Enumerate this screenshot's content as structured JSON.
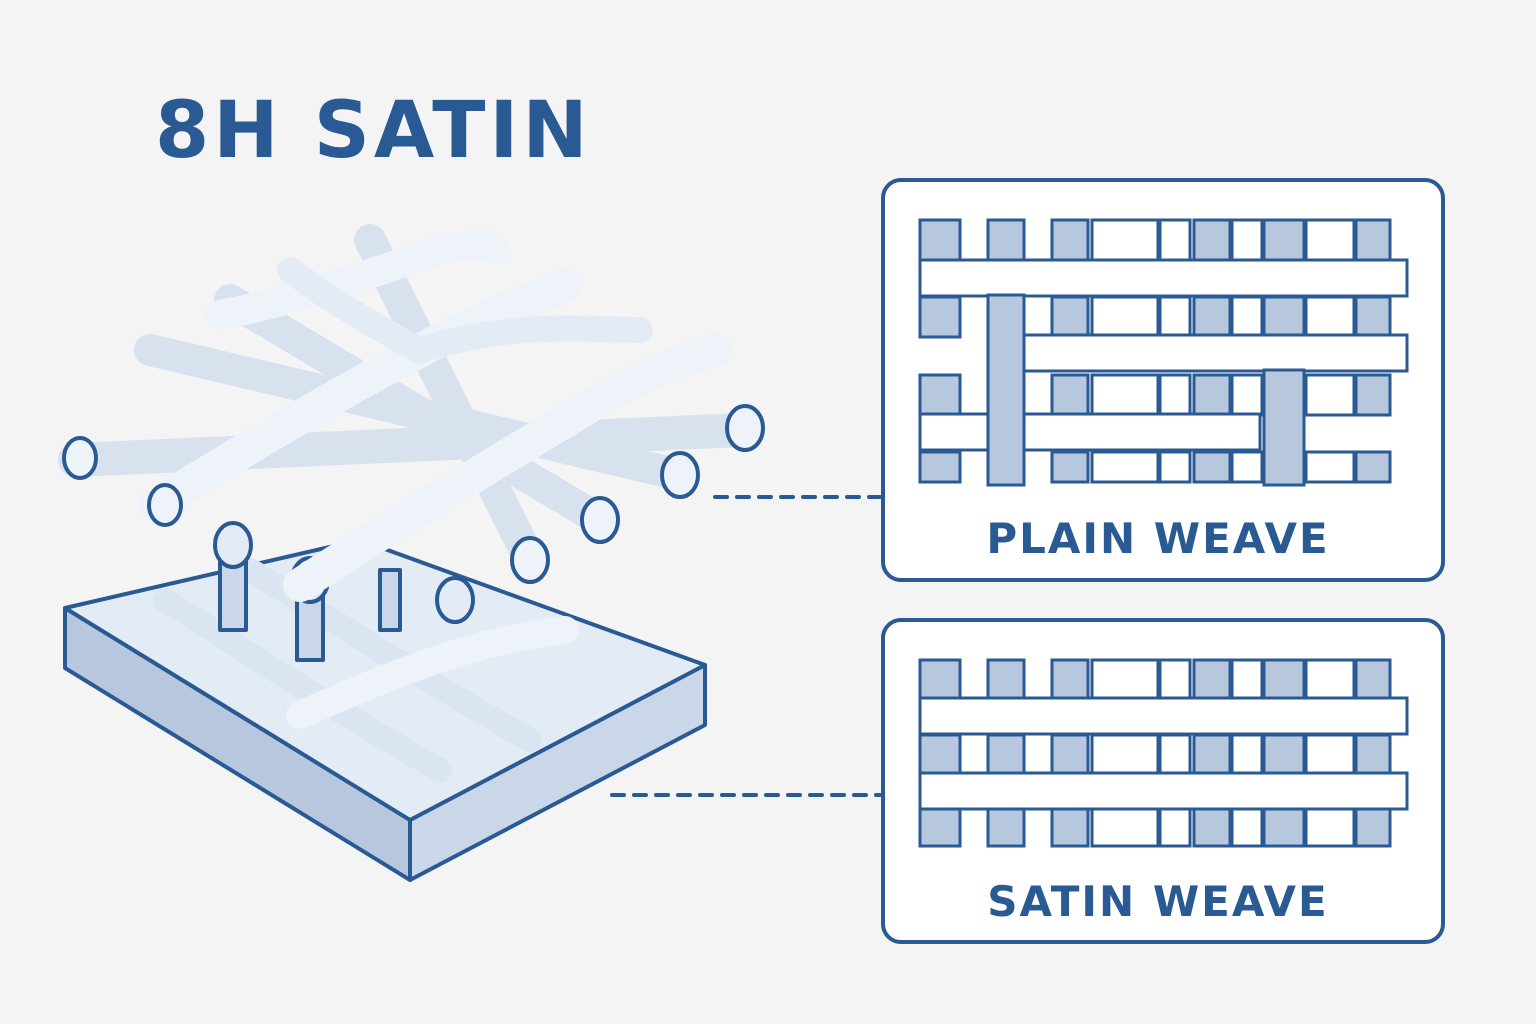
{
  "title": "8H SATIN",
  "panels": [
    {
      "label": "PLAIN WEAVE"
    },
    {
      "label": "SATIN WEAVE"
    }
  ],
  "colors": {
    "ink": "#2a5a94",
    "fill_dark": "#b7c8de",
    "fill_light": "#e3ebf5",
    "background": "#f4f4f4",
    "panel_fill": "#ffffff"
  }
}
